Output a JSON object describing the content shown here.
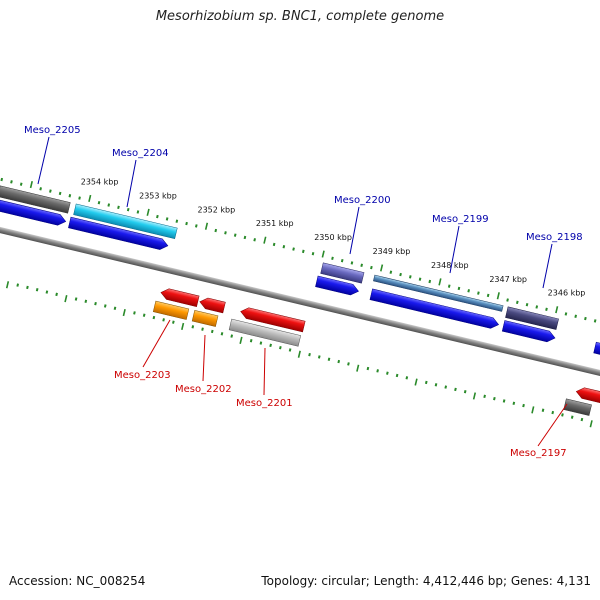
{
  "title": "Mesorhizobium sp. BNC1, complete genome",
  "footer": {
    "accession": "Accession: NC_008254",
    "summary": "Topology: circular; Length: 4,412,446 bp; Genes: 4,131"
  },
  "scale_labels": [
    "2354 kbp",
    "2353 kbp",
    "2352 kbp",
    "2351 kbp",
    "2350 kbp",
    "2349 kbp",
    "2348 kbp",
    "2347 kbp",
    "2346 kbp"
  ],
  "genes_forward": [
    {
      "name": "Meso_2205",
      "color": "#0000aa"
    },
    {
      "name": "Meso_2204",
      "color": "#0000aa"
    },
    {
      "name": "Meso_2200",
      "color": "#0000aa"
    },
    {
      "name": "Meso_2199",
      "color": "#0000aa"
    },
    {
      "name": "Meso_2198",
      "color": "#0000aa"
    }
  ],
  "genes_reverse": [
    {
      "name": "Meso_2203",
      "color": "#cc0000"
    },
    {
      "name": "Meso_2202",
      "color": "#cc0000"
    },
    {
      "name": "Meso_2201",
      "color": "#cc0000"
    },
    {
      "name": "Meso_2197",
      "color": "#cc0000"
    }
  ],
  "colors": {
    "backbone": "#808080",
    "tick": "#2a8a2a",
    "forward_cds": "#1a1aee",
    "reverse_cds": "#ee1111",
    "orange_cds": "#ff9900",
    "cyan_feature": "#22ccee",
    "purple_feature": "#6a6ac0",
    "gray_feature": "#8c8c8c"
  }
}
